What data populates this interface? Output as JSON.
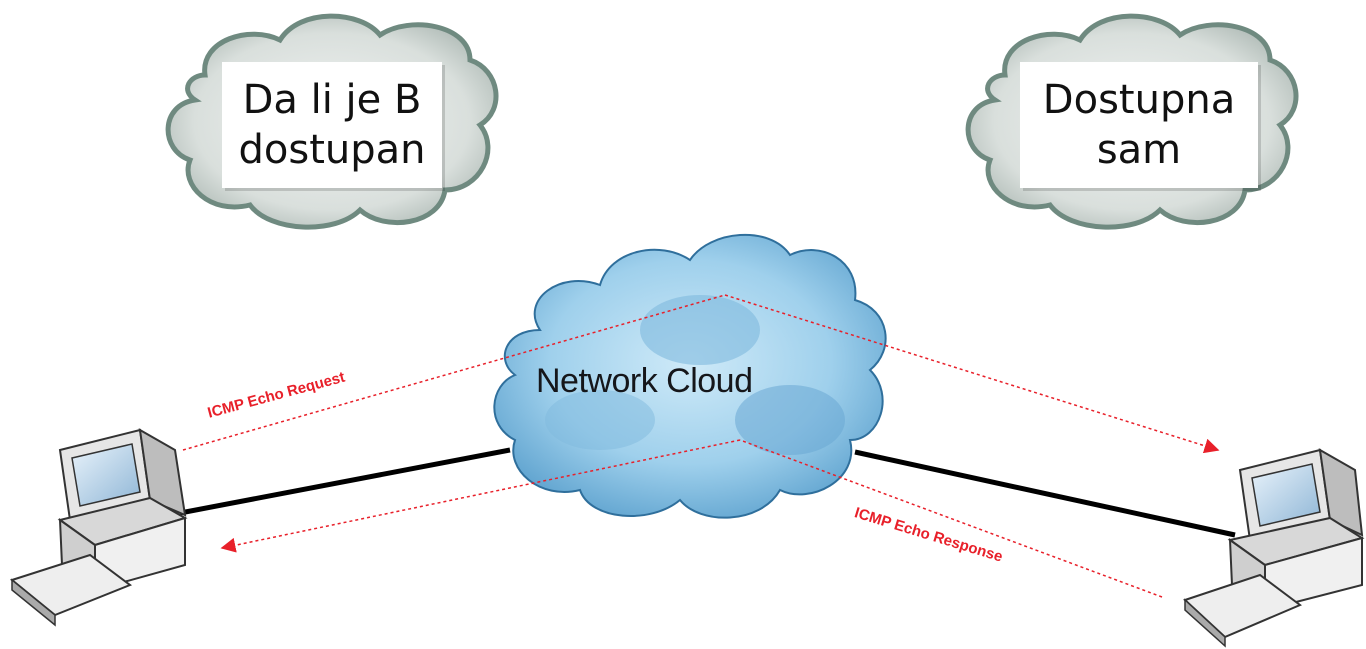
{
  "bubbles": {
    "left": {
      "line1": "Da li je B",
      "line2": "dostupan"
    },
    "right": {
      "line1": "Dostupna",
      "line2": "sam"
    }
  },
  "network": {
    "label": "Network Cloud"
  },
  "arrows": {
    "request": "ICMP Echo Request",
    "response": "ICMP Echo Response"
  },
  "colors": {
    "arrow": "#e8202a",
    "link": "#000000",
    "cloud_fill": "#a9d8f0",
    "thought_cloud": "#c8d2cd"
  }
}
